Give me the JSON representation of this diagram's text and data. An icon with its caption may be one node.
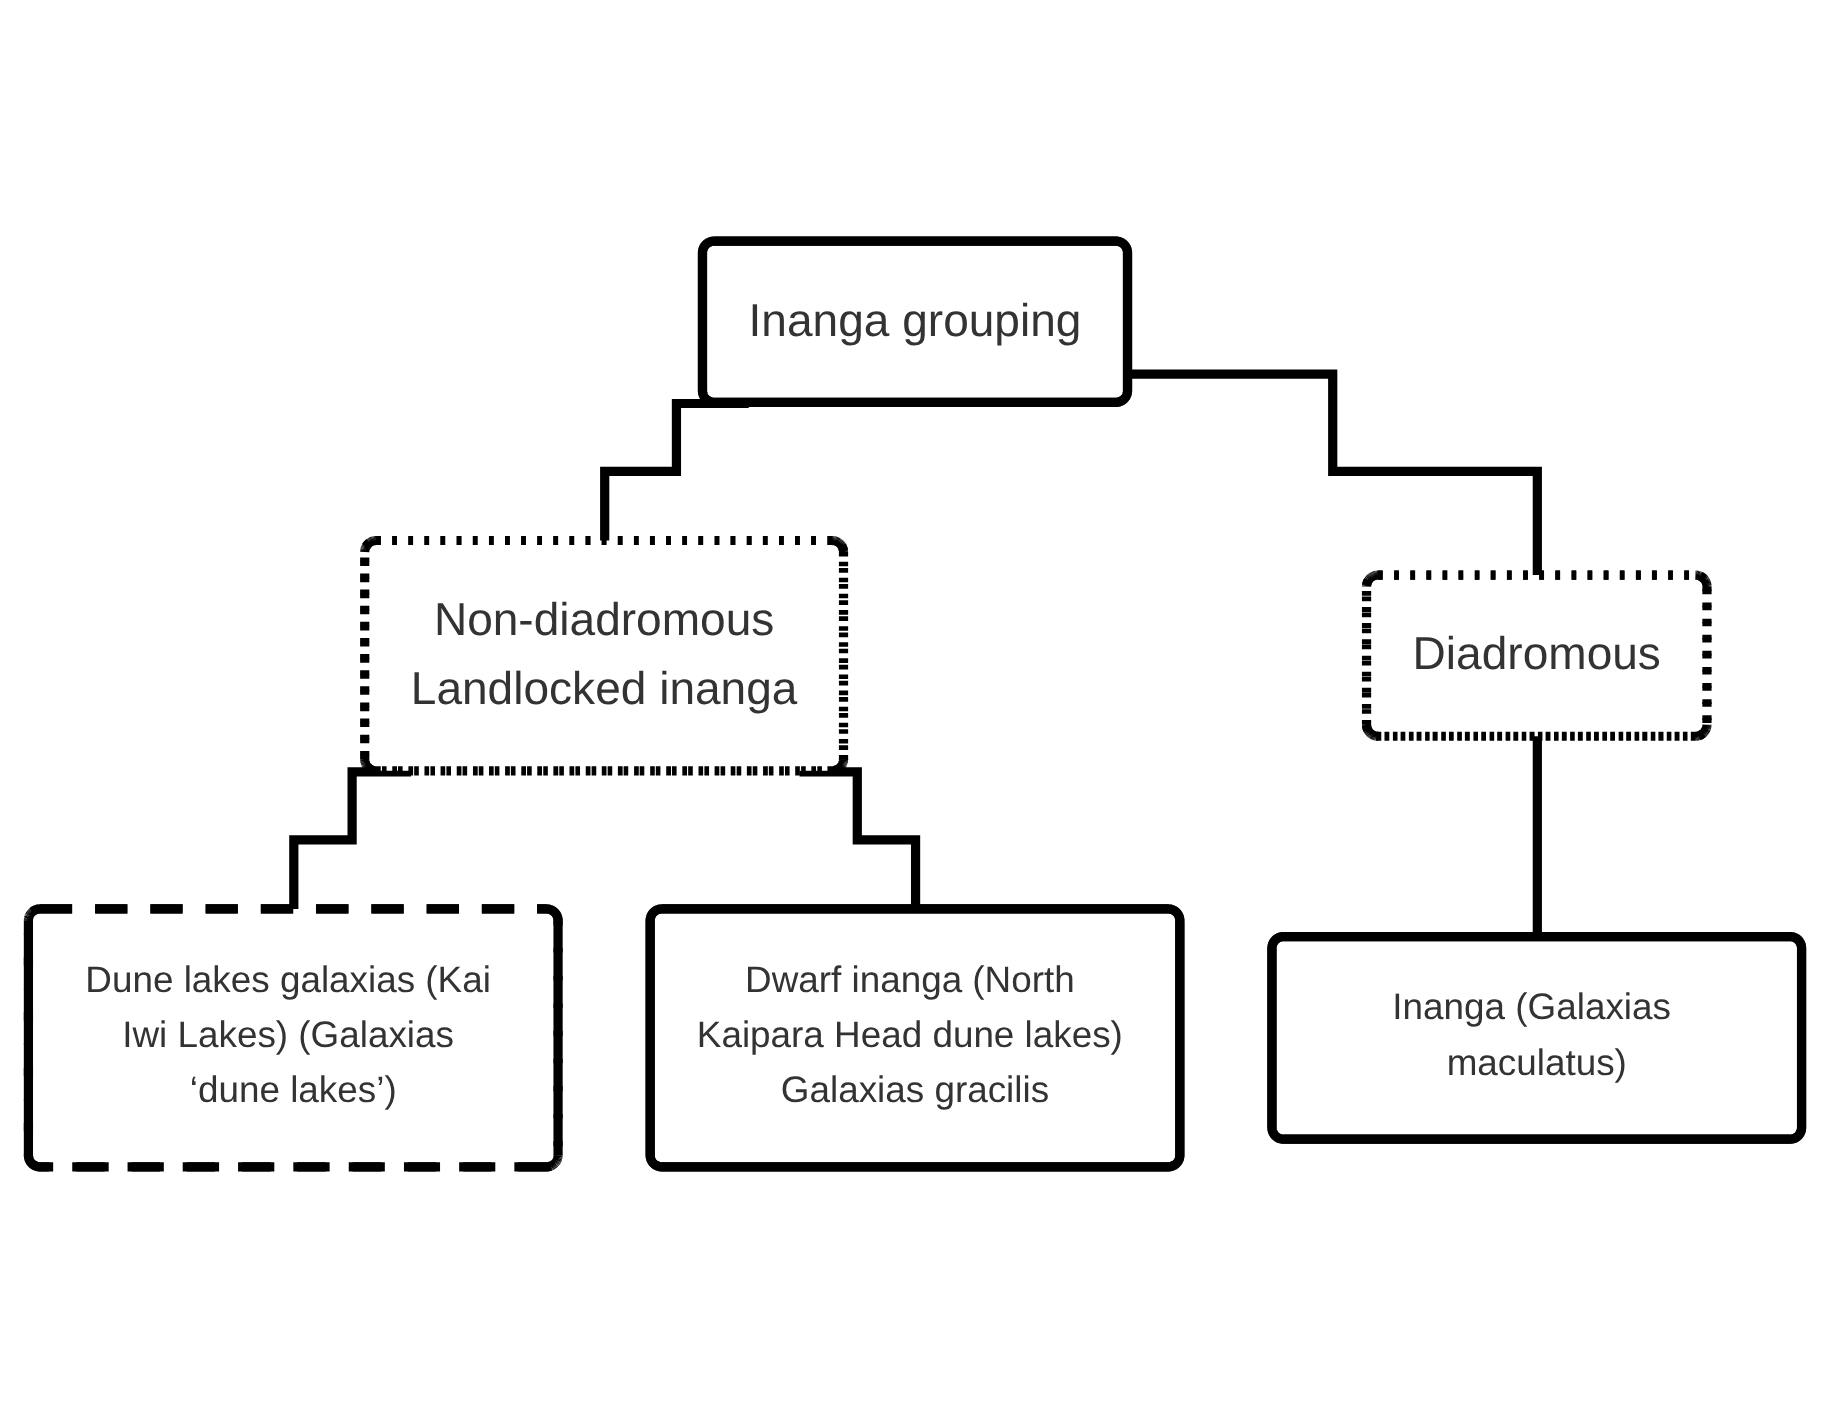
{
  "diagram": {
    "nodes": [
      {
        "text": [
          "Inanga grouping"
        ]
      },
      {
        "text": [
          "Non-diadromous",
          "Landlocked inanga"
        ]
      },
      {
        "text": [
          "Diadromous"
        ]
      },
      {
        "text": [
          "Dune lakes galaxias (Kai Iwi Lakes) (Galaxias ‘dune lakes’)"
        ]
      },
      {
        "text": [
          "Dwarf inanga (North Kaipara Head dune lakes) Galaxias gracilis"
        ]
      },
      {
        "text": [
          "Inanga (Galaxias maculatus)"
        ]
      }
    ],
    "edges": [
      {
        "from": 0,
        "to": 1,
        "arrow": "none"
      },
      {
        "from": 0,
        "to": 2,
        "arrow": "none"
      },
      {
        "from": 1,
        "to": 3,
        "arrow": "none"
      },
      {
        "from": 1,
        "to": 4,
        "arrow": "none"
      },
      {
        "from": 2,
        "to": 5,
        "arrow": "none"
      }
    ]
  }
}
